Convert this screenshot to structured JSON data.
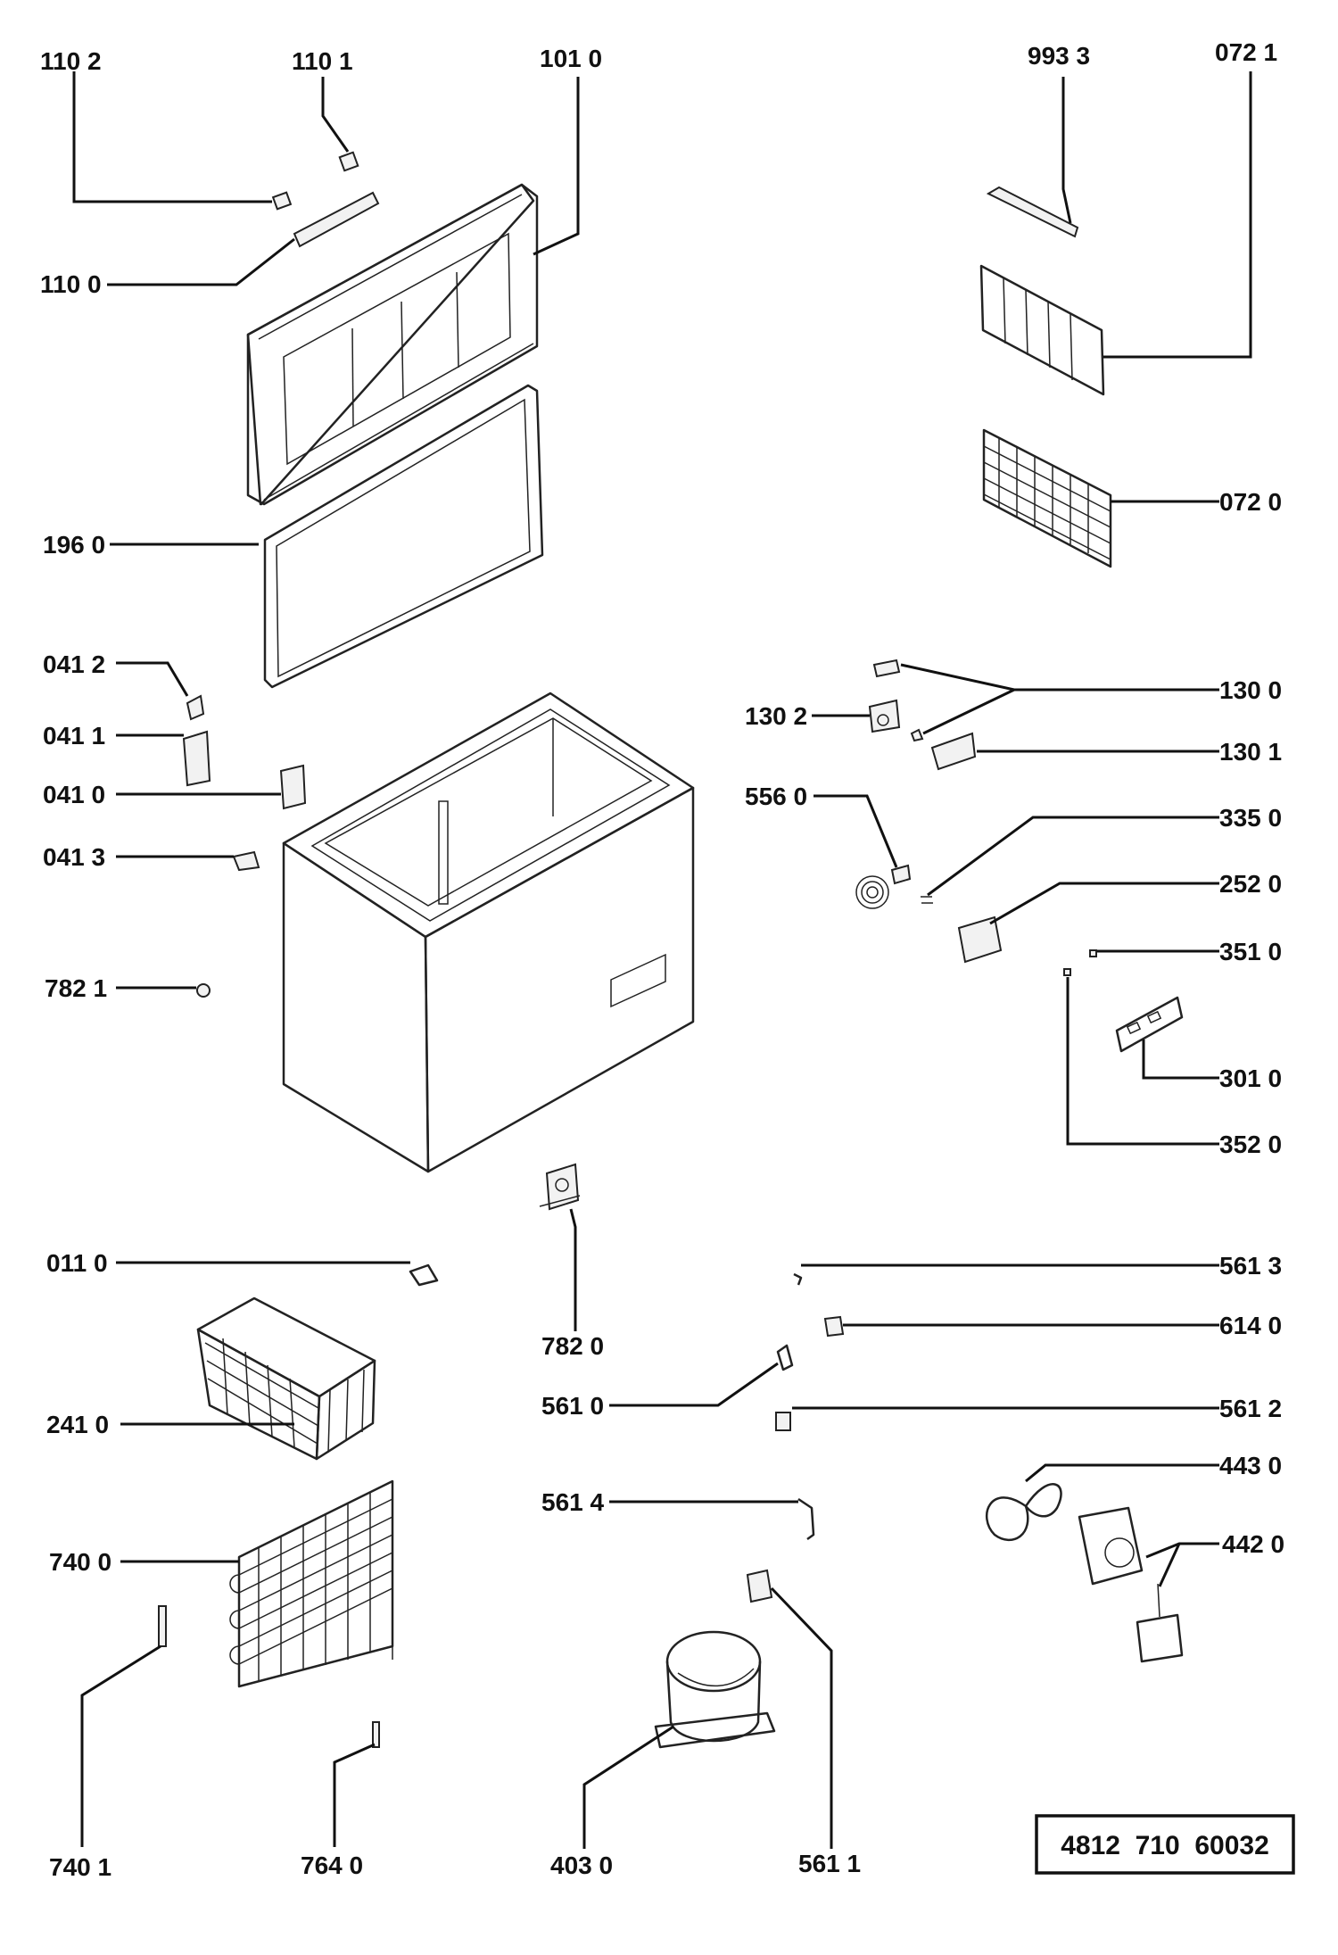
{
  "reference_number": "4812  710  60032",
  "labels": {
    "l1102": "110 2",
    "l1101": "110 1",
    "l1010": "101 0",
    "l9933": "993 3",
    "l0721": "072 1",
    "l1100": "110 0",
    "l0720": "072 0",
    "l1960": "196 0",
    "l0412": "041 2",
    "l1300": "130 0",
    "l1302": "130 2",
    "l0411": "041 1",
    "l1301": "130 1",
    "l0410": "041 0",
    "l5560": "556 0",
    "l3350": "335 0",
    "l0413": "041 3",
    "l2520": "252 0",
    "l3510": "351 0",
    "l7821": "782 1",
    "l3010": "301 0",
    "l3520": "352 0",
    "l0110": "011 0",
    "l5613": "561 3",
    "l6140": "614 0",
    "l7820": "782 0",
    "l5610": "561 0",
    "l5612": "561 2",
    "l2410": "241 0",
    "l4430": "443 0",
    "l5614": "561 4",
    "l4420": "442 0",
    "l7400": "740 0",
    "l7401": "740 1",
    "l7640": "764 0",
    "l4030": "403 0",
    "l5611": "561 1"
  }
}
